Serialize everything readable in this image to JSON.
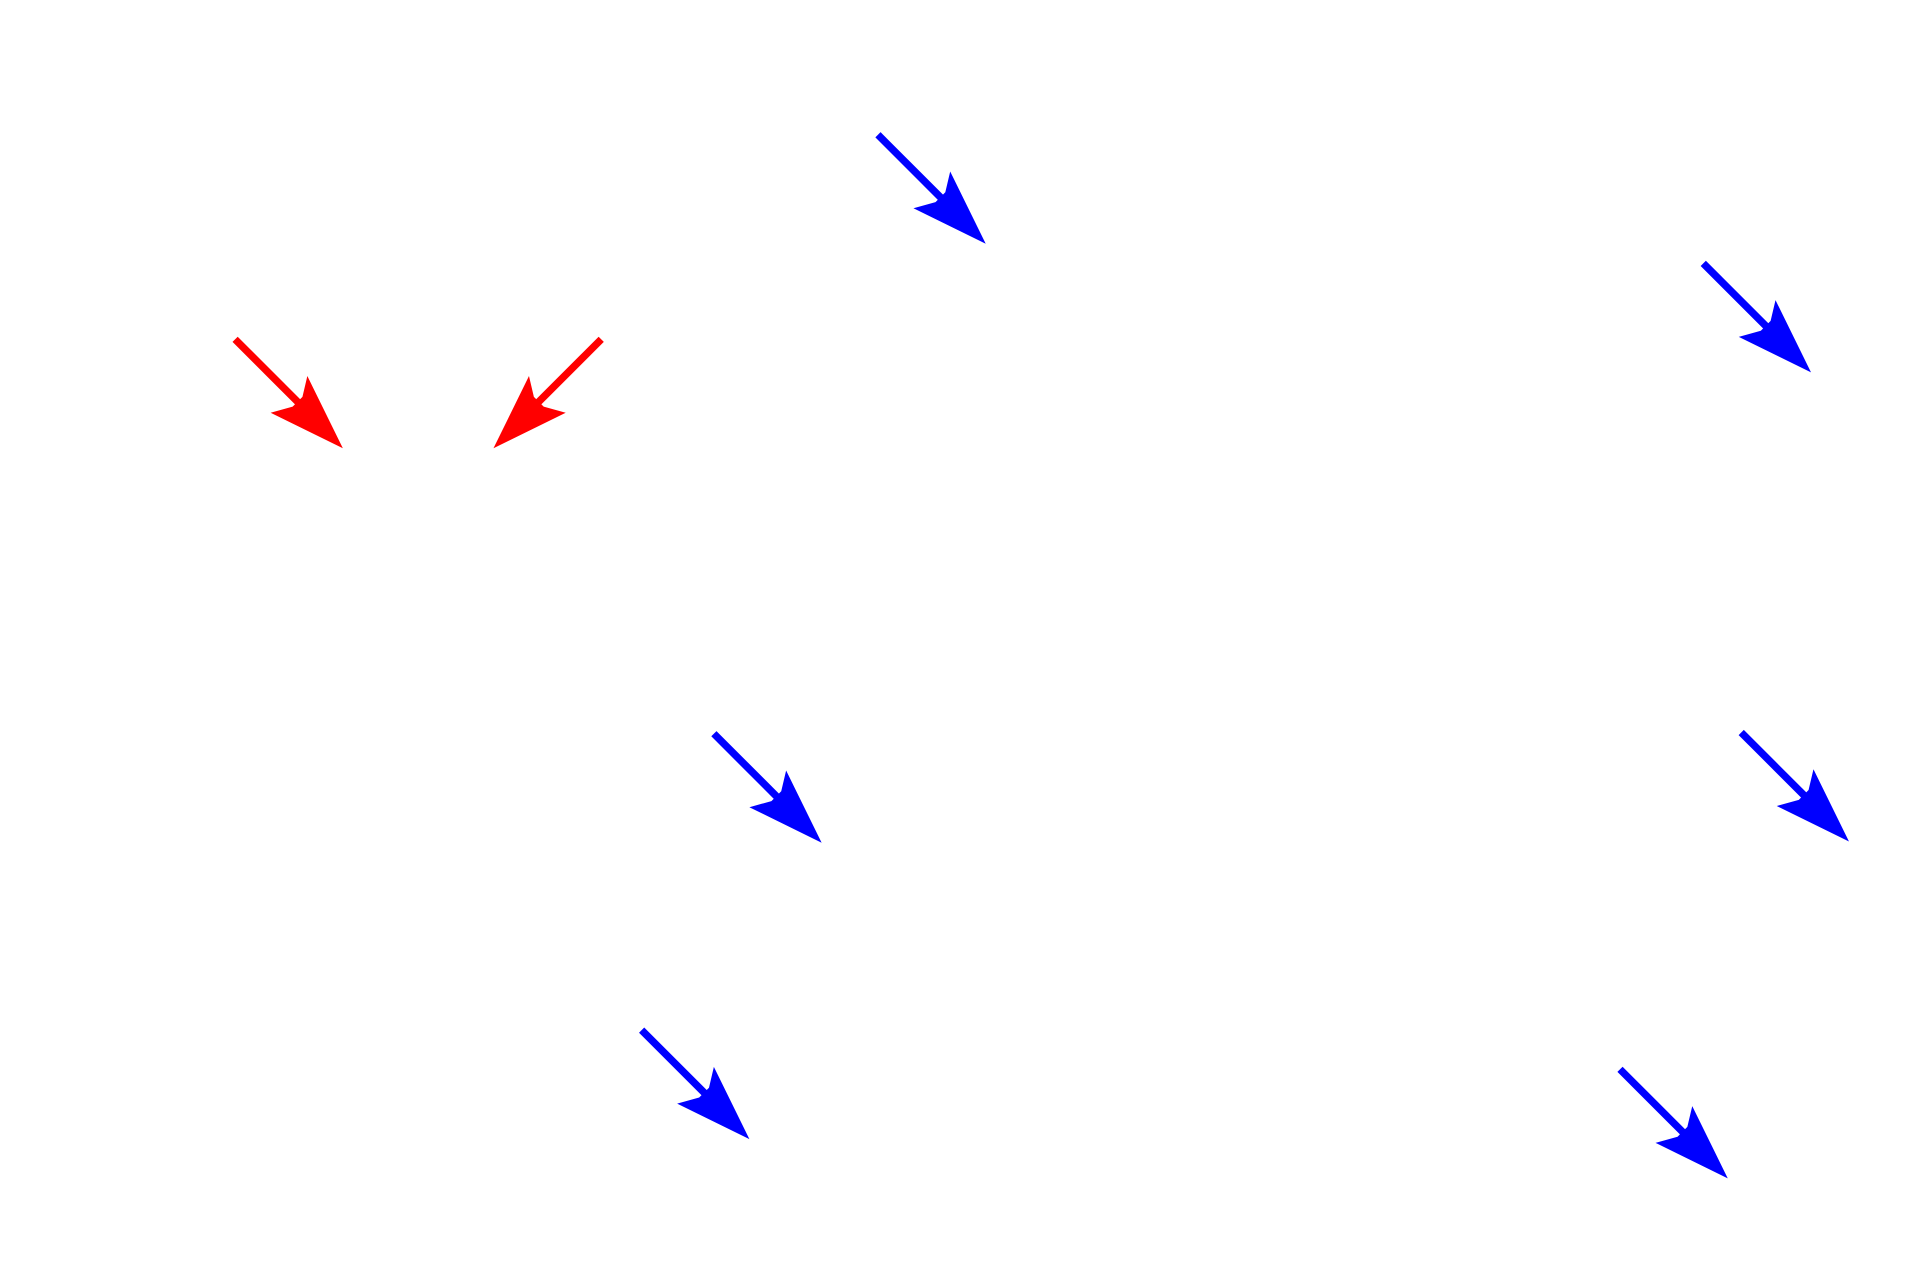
{
  "colors": {
    "red": "#ff0000",
    "blue": "#0000ff",
    "background": "#ffffff"
  },
  "arrows": [
    {
      "color": "red",
      "direction": "down-right"
    },
    {
      "color": "red",
      "direction": "down-left"
    },
    {
      "color": "blue",
      "direction": "down-right"
    },
    {
      "color": "blue",
      "direction": "down-right"
    },
    {
      "color": "blue",
      "direction": "down-right"
    },
    {
      "color": "blue",
      "direction": "down-right"
    },
    {
      "color": "blue",
      "direction": "down-right"
    },
    {
      "color": "blue",
      "direction": "down-right"
    }
  ]
}
